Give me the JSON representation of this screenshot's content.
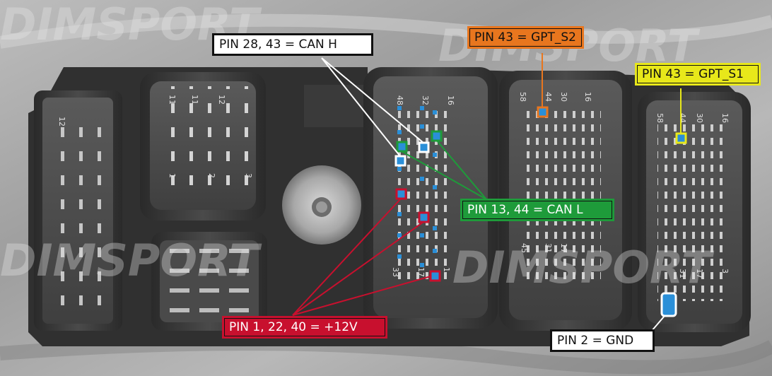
{
  "watermark": "DIMSPORT",
  "labels": {
    "can_h": "PIN 28, 43 = CAN H",
    "gpt_s2": "PIN 43 = GPT_S2",
    "gpt_s1": "PIN 43 = GPT_S1",
    "can_l": "PIN 13, 44 = CAN L",
    "power": "PIN 1, 22, 40 = +12V",
    "gnd": "PIN 2 = GND"
  },
  "pin_numbers": {
    "left_block": [
      "12",
      "11",
      "2",
      "3",
      "1"
    ],
    "c1": [
      "48",
      "32",
      "16",
      "33",
      "17",
      "1"
    ],
    "c2": [
      "58",
      "44",
      "30",
      "16",
      "45",
      "31",
      "17"
    ],
    "c3": [
      "58",
      "44",
      "30",
      "16",
      "31",
      "17",
      "3"
    ]
  },
  "colors": {
    "can_h": "#ffffff",
    "gpt_s2": "#e8761e",
    "gpt_s1": "#e8e81a",
    "can_l": "#1e9b3a",
    "power": "#c8102e",
    "gnd": "#ffffff",
    "pin_marker": "#2a8fd8"
  }
}
